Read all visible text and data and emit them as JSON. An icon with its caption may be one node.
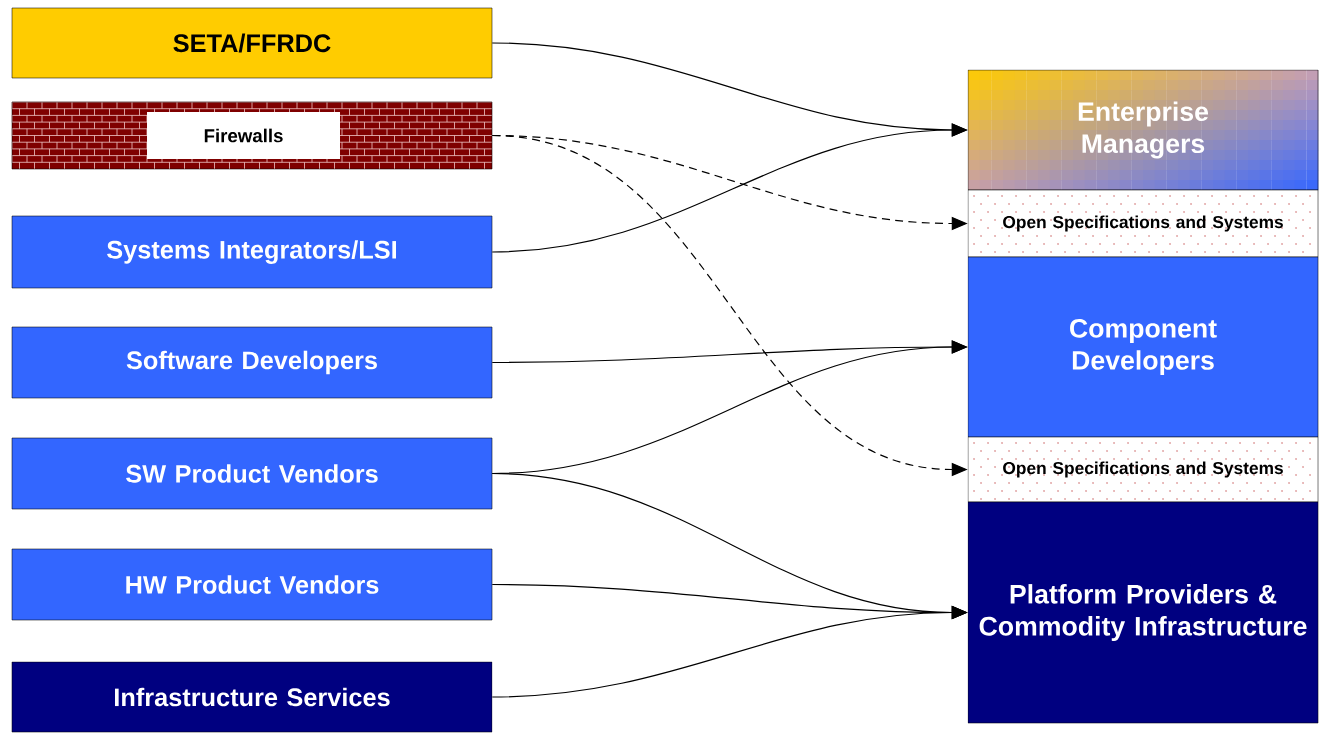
{
  "diagram": {
    "nodes": [
      {
        "text": [
          "SETA/FFRDC"
        ]
      },
      {
        "text": [
          "Firewalls"
        ]
      },
      {
        "text": [
          "Systems Integrators/LSI"
        ]
      },
      {
        "text": [
          "Software Developers"
        ]
      },
      {
        "text": [
          "SW Product Vendors"
        ]
      },
      {
        "text": [
          "HW Product Vendors"
        ]
      },
      {
        "text": [
          "Infrastructure Services"
        ]
      },
      {
        "text": [
          "Enterprise Managers"
        ]
      },
      {
        "text": [
          "Open Specifications and Systems"
        ]
      },
      {
        "text": [
          "Component Developers"
        ]
      },
      {
        "text": [
          "Open Specifications and Systems"
        ]
      },
      {
        "text": [
          "Platform Providers & Commodity Infrastructure"
        ]
      }
    ],
    "edges": [
      {
        "from": 0,
        "to": 7,
        "arrow": "to"
      },
      {
        "from": 2,
        "to": 7,
        "arrow": "to"
      },
      {
        "from": 1,
        "to": 8,
        "arrow": "to",
        "style": "dashed"
      },
      {
        "from": 1,
        "to": 10,
        "arrow": "to",
        "style": "dashed"
      },
      {
        "from": 3,
        "to": 9,
        "arrow": "to"
      },
      {
        "from": 4,
        "to": 9,
        "arrow": "to"
      },
      {
        "from": 4,
        "to": 11,
        "arrow": "to"
      },
      {
        "from": 5,
        "to": 11,
        "arrow": "to"
      },
      {
        "from": 6,
        "to": 11,
        "arrow": "to"
      }
    ]
  }
}
